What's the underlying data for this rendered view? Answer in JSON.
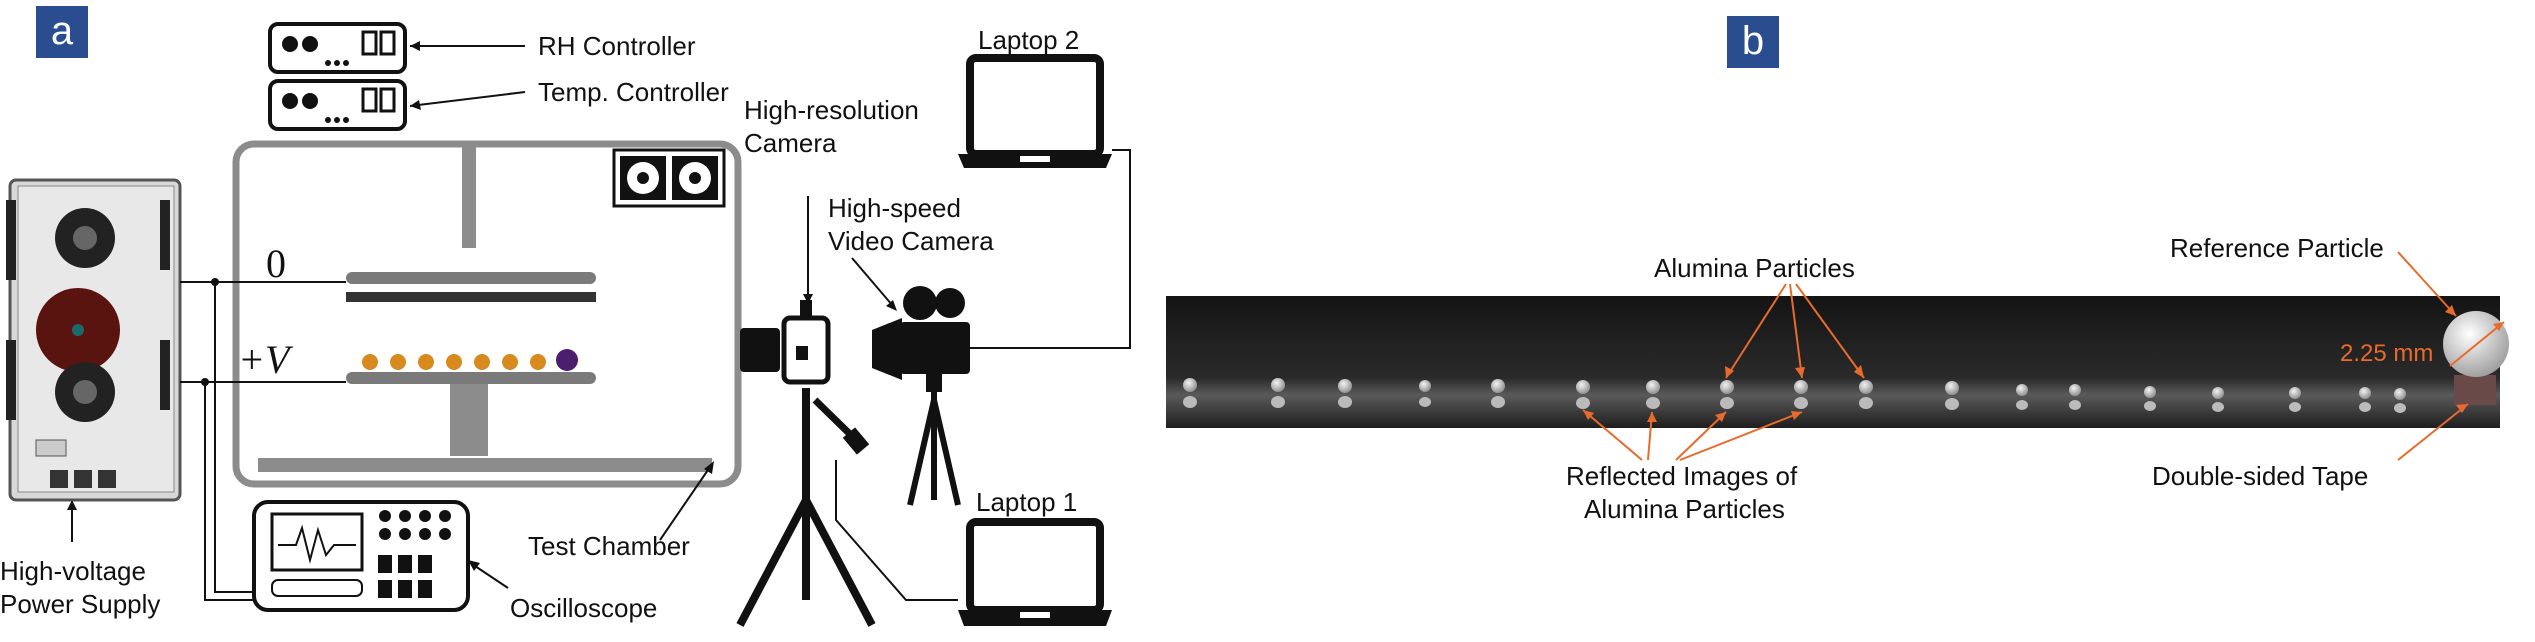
{
  "panel_a": {
    "badge": "a",
    "labels": {
      "rh_controller": "RH Controller",
      "temp_controller": "Temp. Controller",
      "hr_camera_line1": "High-resolution",
      "hr_camera_line2": "Camera",
      "hs_camera_line1": "High-speed",
      "hs_camera_line2": "Video Camera",
      "laptop2": "Laptop 2",
      "laptop1": "Laptop 1",
      "power_line1": "High-voltage",
      "power_line2": "Power Supply",
      "test_chamber": "Test Chamber",
      "oscilloscope": "Oscilloscope",
      "electrode_top": "0",
      "electrode_bottom": "+V"
    }
  },
  "panel_b": {
    "badge": "b",
    "labels": {
      "alumina": "Alumina Particles",
      "reference": "Reference Particle",
      "size": "2.25 mm",
      "reflected_line1": "Reflected Images of",
      "reflected_line2": "Alumina Particles",
      "tape": "Double-sided Tape"
    }
  },
  "colors": {
    "badge_bg": "#2a4d8f",
    "annotation": "#e86a2c",
    "particle": "#d98a1e",
    "reference_particle": "#4b1f6e",
    "chamber": "#8c8c8c"
  }
}
